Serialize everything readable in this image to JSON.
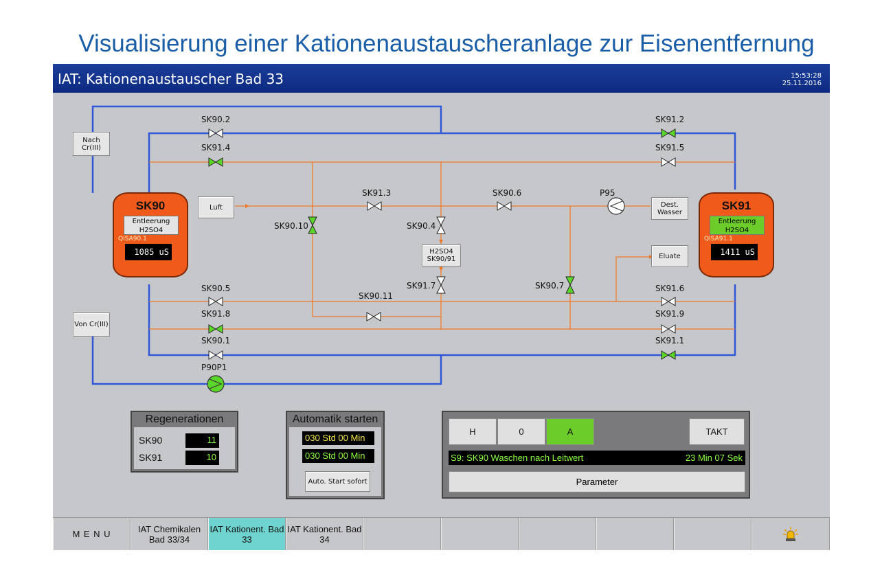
{
  "page_title": "Visualisierung einer Kationenaustauscheranlage zur Eisenentfernung",
  "window": {
    "title": "IAT: Kationenaustauscher Bad 33",
    "time": "15:53:28",
    "date": "25.11.2016"
  },
  "boxes": {
    "nach": "Nach Cr(III)",
    "von": "Von Cr(III)",
    "luft": "Luft",
    "dest": "Dest. Wasser",
    "eluate": "Eluate",
    "h2so4": "H2SO4 SK90/91"
  },
  "tanks": {
    "sk90": {
      "name": "SK90",
      "button": "Entleerung H2SO4",
      "tag": "QISA90.1",
      "value": "1085 uS",
      "button_active": false
    },
    "sk91": {
      "name": "SK91",
      "button": "Entleerung H2SO4",
      "tag": "QISA91.1",
      "value": "1411 uS",
      "button_active": true
    }
  },
  "valves": {
    "sk90_2": "SK90.2",
    "sk91_4": "SK91.4",
    "sk91_2": "SK91.2",
    "sk91_5": "SK91.5",
    "sk91_3": "SK91.3",
    "sk90_6": "SK90.6",
    "sk90_10": "SK90.10",
    "sk90_4": "SK90.4",
    "sk91_7": "SK91.7",
    "sk90_7": "SK90.7",
    "sk90_11": "SK90.11",
    "sk90_5": "SK90.5",
    "sk91_8": "SK91.8",
    "sk90_1": "SK90.1",
    "sk91_6": "SK91.6",
    "sk91_9": "SK91.9",
    "sk91_1": "SK91.1"
  },
  "pumps": {
    "p95": "P95",
    "p90p1": "P90P1"
  },
  "valve_states": {
    "open_color": "#5cd62a",
    "closed_color": "#ffffff"
  },
  "regenerationen": {
    "title": "Regenerationen",
    "rows": [
      {
        "label": "SK90",
        "value": "11"
      },
      {
        "label": "SK91",
        "value": "10"
      }
    ]
  },
  "automatik": {
    "title": "Automatik starten",
    "row1": "030 Std  00 Min",
    "row2": "030 Std  00 Min",
    "button": "Auto. Start sofort"
  },
  "control": {
    "modes": [
      "H",
      "0",
      "A"
    ],
    "active_mode": "A",
    "takt": "TAKT",
    "status_left": "S9: SK90 Waschen nach Leitwert",
    "status_right": "23 Min 07 Sek",
    "parameter": "Parameter"
  },
  "footer": {
    "menu": "M E N U",
    "tabs": [
      "IAT Chemikalen Bad 33/34",
      "IAT Kationent. Bad 33",
      "IAT Kationent. Bad 34"
    ],
    "active_tab": "IAT Kationent. Bad 33",
    "alarm_icon": "alarm-lamp-icon"
  }
}
